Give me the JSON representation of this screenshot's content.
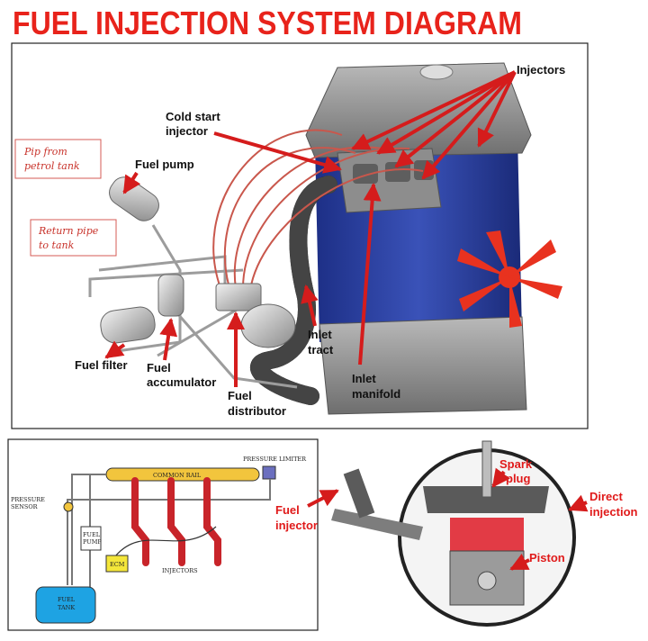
{
  "title": "FUEL INJECTION SYSTEM DIAGRAM",
  "top_diagram": {
    "labels": {
      "injectors": "Injectors",
      "cold_start_line1": "Cold start",
      "cold_start_line2": "injector",
      "fuel_pump": "Fuel pump",
      "pip_line1": "Pip from",
      "pip_line2": "petrol tank",
      "return_line1": "Return pipe",
      "return_line2": "to tank",
      "fuel_filter": "Fuel filter",
      "accumulator_line1": "Fuel",
      "accumulator_line2": "accumulator",
      "distributor_line1": "Fuel",
      "distributor_line2": "distributor",
      "inlet_tract_line1": "Inlet",
      "inlet_tract_line2": "tract",
      "inlet_manifold_line1": "Inlet",
      "inlet_manifold_line2": "manifold"
    },
    "colors": {
      "arrow": "#d51c1c",
      "engine_block": "#2f45a4",
      "fan": "#e8321f"
    }
  },
  "common_rail": {
    "labels": {
      "common_rail": "COMMON RAIL",
      "pressure_limiter": "PRESSURE LIMITER",
      "pressure_line1": "PRESSURE",
      "pressure_line2": "SENSOR",
      "fuel_pump_line1": "FUEL",
      "fuel_pump_line2": "PUMP",
      "ecm": "ECM",
      "injectors": "INJECTORS",
      "tank_line1": "FUEL",
      "tank_line2": "TANK"
    }
  },
  "direct_injection": {
    "labels": {
      "spark_line1": "Spark",
      "spark_line2": "plug",
      "direct_line1": "Direct",
      "direct_line2": "injection",
      "fuel_injector_line1": "Fuel",
      "fuel_injector_line2": "injector",
      "piston": "Piston"
    }
  }
}
